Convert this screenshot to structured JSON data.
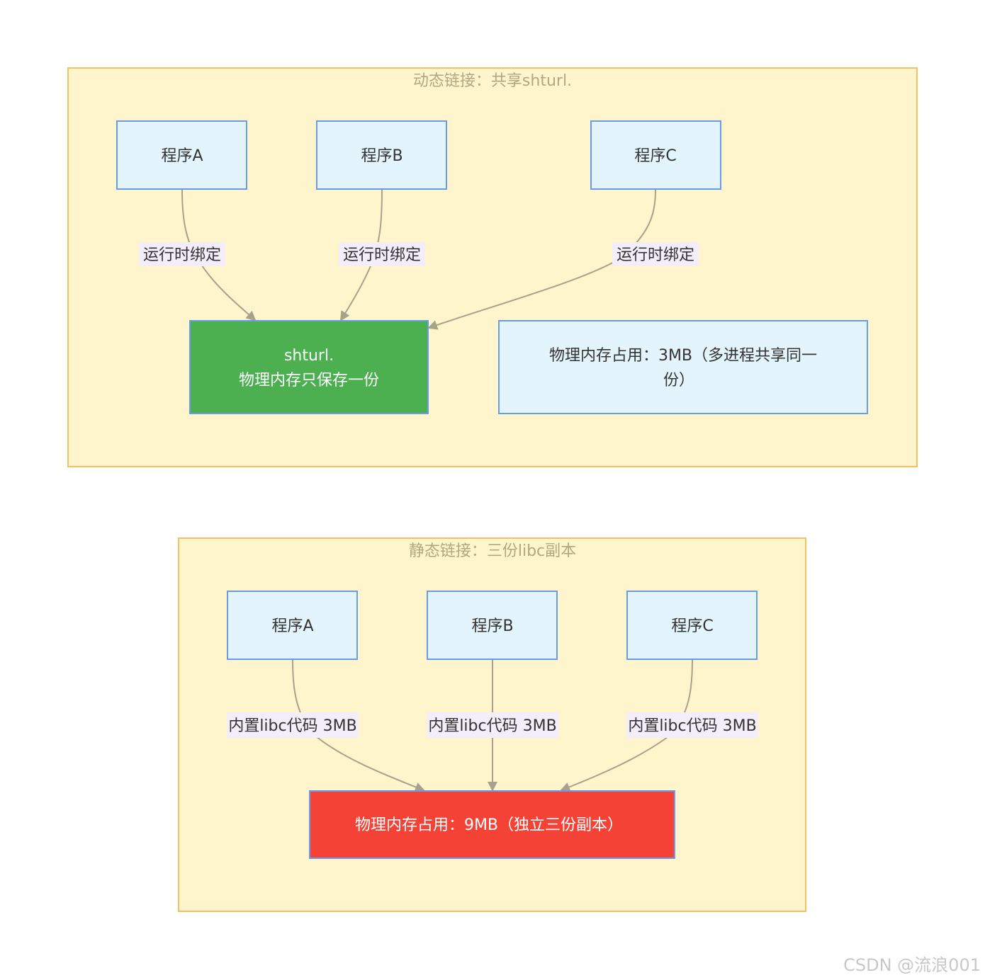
{
  "colors": {
    "cluster_fill": "#fff5cc",
    "cluster_stroke": "#f5c061",
    "node_fill": "#e3f4fd",
    "node_stroke": "#6a9be8",
    "shared_fill": "#4caf50",
    "static_fill": "#f44336",
    "edge": "#a8a28a",
    "edge_label_bg": "#f4eefb"
  },
  "dynamic": {
    "title": "动态链接：共享shturl.",
    "nodes": {
      "prog_a": "程序A",
      "prog_b": "程序B",
      "prog_c": "程序C",
      "shared_line1": "shturl.",
      "shared_line2": "物理内存只保存一份",
      "memory_line1": "物理内存占用：3MB（多进程共享同一",
      "memory_line2": "份）"
    },
    "edge_label": "运行时绑定"
  },
  "static": {
    "title": "静态链接：三份libc副本",
    "nodes": {
      "prog_a": "程序A",
      "prog_b": "程序B",
      "prog_c": "程序C",
      "memory": "物理内存占用：9MB（独立三份副本）"
    },
    "edge_label": "内置libc代码 3MB"
  },
  "watermark": "CSDN @流浪001"
}
